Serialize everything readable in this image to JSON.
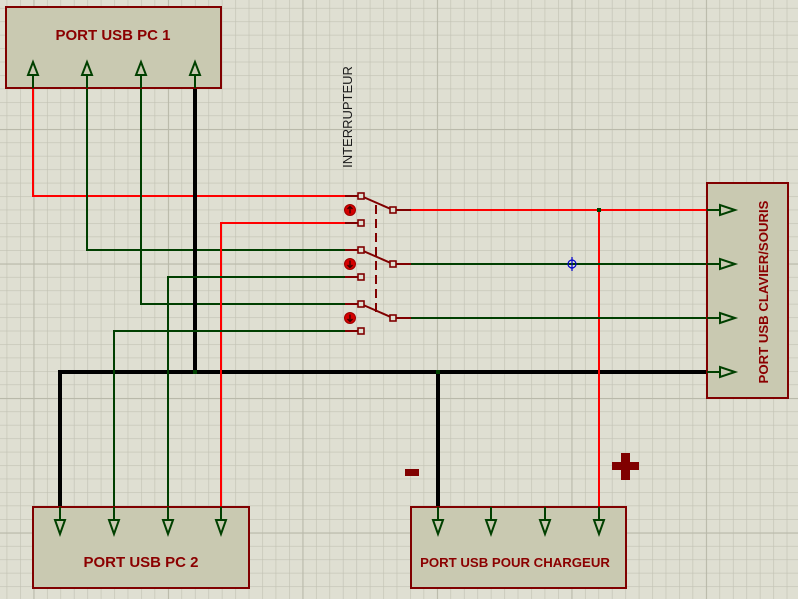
{
  "schematic": {
    "components": {
      "pc1": {
        "label": "PORT USB PC 1"
      },
      "pc2": {
        "label": "PORT USB PC 2"
      },
      "charger": {
        "label": "PORT USB POUR CHARGEUR"
      },
      "keyboard_mouse": {
        "label": "PORT USB CLAVIER/SOURIS"
      },
      "switch": {
        "label": "INTERRUPTEUR",
        "poles": 3,
        "states": [
          "up",
          "down",
          "down"
        ]
      }
    },
    "polarity": {
      "minus": "-",
      "plus": "+"
    },
    "colors": {
      "background": "#dfdfd2",
      "grid": "#c2c2b4",
      "component_fill": "#c9c9b1",
      "component_border": "#800000",
      "label": "#8b0000",
      "wire_power": "#ff0000",
      "wire_data": "#003f00",
      "wire_ground": "#000000",
      "pin": "#004000",
      "probe": "#0000cc"
    }
  }
}
